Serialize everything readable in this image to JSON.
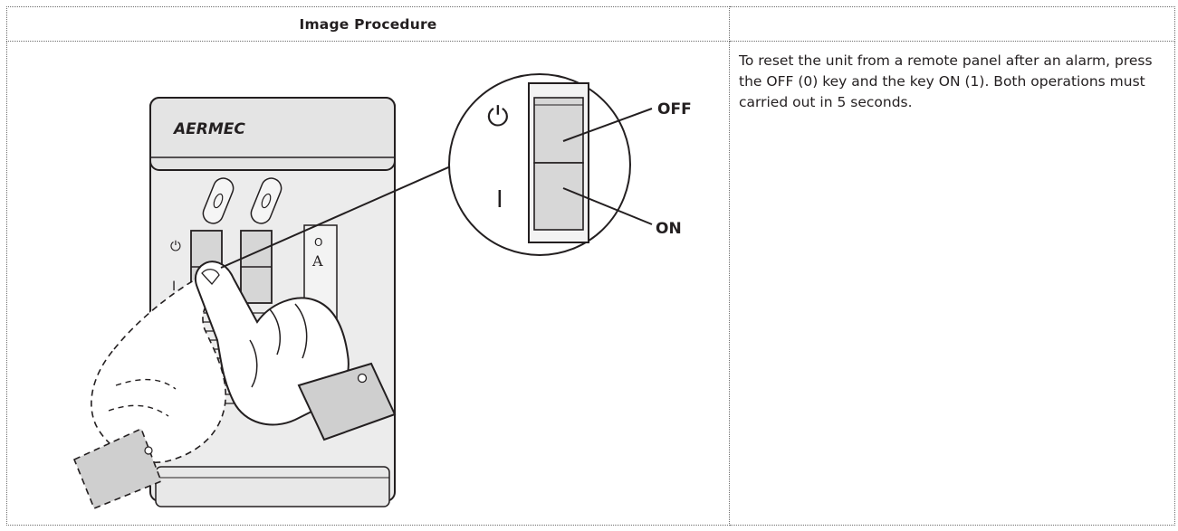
{
  "table": {
    "header_image_procedure": "Image Procedure",
    "header_empty": ""
  },
  "illustration": {
    "brand": "AERMEC",
    "callout_off": "OFF",
    "callout_on": "ON",
    "power_symbol": "⏻",
    "on_mark": "I",
    "small_on_mark": "I",
    "sun_symbol": "☼",
    "button_a": "A",
    "button_o": "O"
  },
  "procedure": {
    "text": "To reset the unit from a remote panel after an alarm, press the OFF (0) key and the key ON (1). Both operations must carried out in 5 seconds."
  }
}
